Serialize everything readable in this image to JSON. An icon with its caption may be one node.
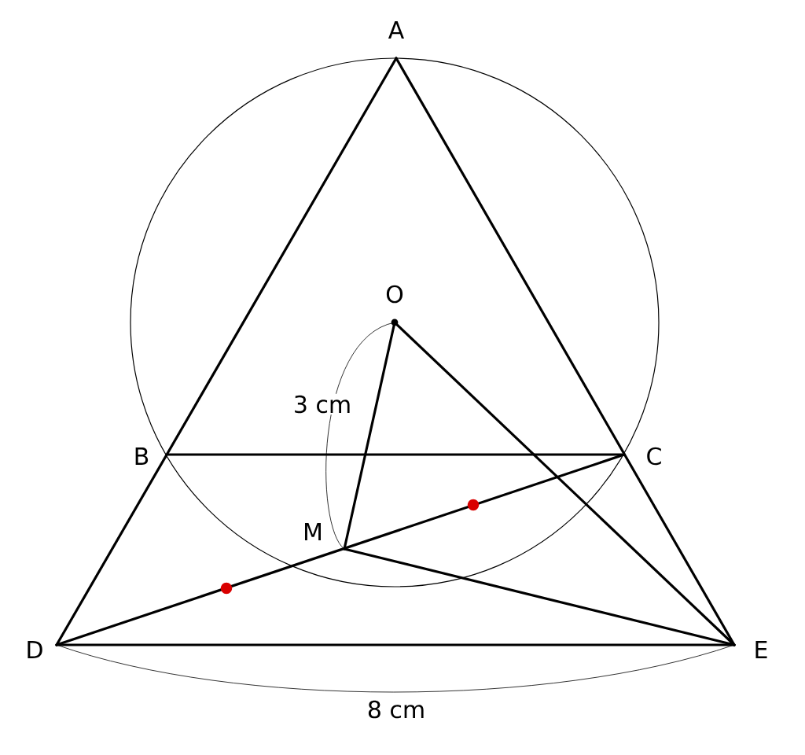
{
  "diagram": {
    "labels": [
      "A",
      "O",
      "3 cm",
      "B",
      "C",
      "M",
      "D",
      "E",
      "8 cm"
    ]
  }
}
